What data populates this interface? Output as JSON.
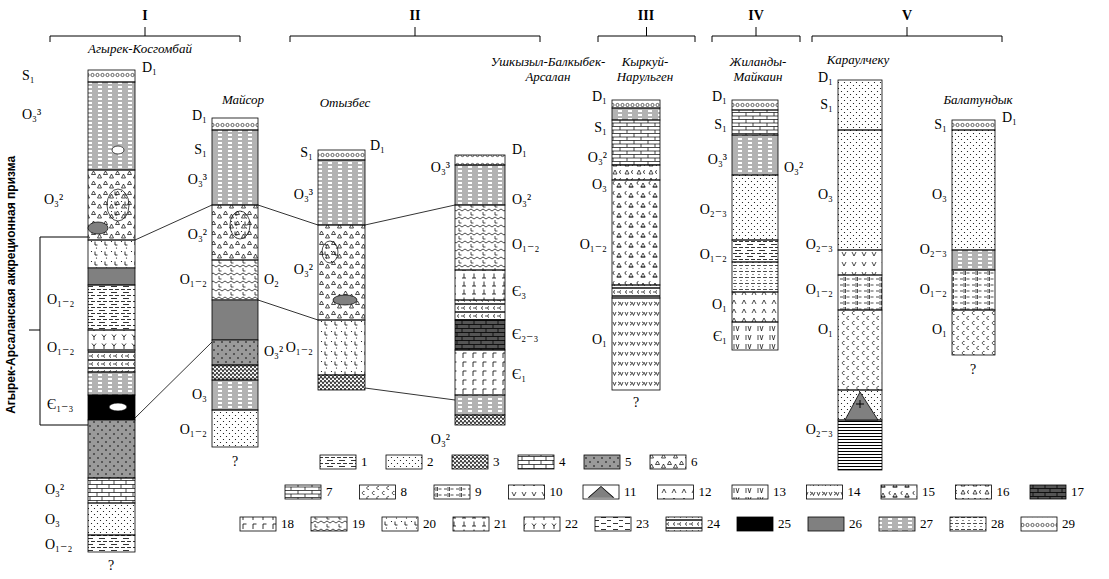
{
  "diagram": {
    "labels": [
      "I",
      "II",
      "III",
      "IV",
      "V",
      "Агырек-Косгомбай",
      "Майсор",
      "Отызбес",
      "Ушкызыл-Балкыбек-Арсалан",
      "Кыркуй-Нарульген",
      "Жиланды-Майкаин",
      "Караулчеку",
      "Балатундык",
      "Агырек-Арсаланская аккреционная призма",
      "D₁",
      "S₁",
      "O₃³",
      "O₃²",
      "O₁₋₂",
      "O₁₋₂",
      "Є₁₋₃",
      "O₃²",
      "O₃",
      "O₁₋₂",
      "?",
      "D₁",
      "S₁",
      "O₃³",
      "O₃²",
      "O₁₋₂",
      "O₂",
      "O₃²",
      "O₃",
      "O₁₋₂",
      "?",
      "D₁",
      "S₁",
      "O₃³",
      "O₃²",
      "O₁₋₂",
      "D₁",
      "O₃³",
      "O₃²",
      "O₁₋₂",
      "Є₃",
      "Є₂₋₃",
      "Є₁",
      "O₃²",
      "D₁",
      "S₁",
      "O₃²",
      "O₃",
      "O₁₋₂",
      "O₁",
      "?",
      "D₁",
      "S₁",
      "O₃³",
      "O₃²",
      "O₂₋₃",
      "O₁₋₂",
      "O₁",
      "Є₁",
      "D₁",
      "S₁",
      "O₃",
      "O₂₋₃",
      "O₁₋₂",
      "O₁",
      "O₂₋₃",
      "D₁",
      "S₁",
      "O₃",
      "O₂₋₃",
      "O₁₋₂",
      "O₁",
      "?"
    ],
    "legend": [
      {
        "text": "1"
      },
      {
        "text": "2"
      },
      {
        "text": "3"
      },
      {
        "text": "4"
      },
      {
        "text": "5"
      },
      {
        "text": "6"
      },
      {
        "text": "7"
      },
      {
        "text": "8"
      },
      {
        "text": "9"
      },
      {
        "text": "10"
      },
      {
        "text": "11"
      },
      {
        "text": "12"
      },
      {
        "text": "13"
      },
      {
        "text": "14"
      },
      {
        "text": "15"
      },
      {
        "text": "16"
      },
      {
        "text": "17"
      },
      {
        "text": "18"
      },
      {
        "text": "19"
      },
      {
        "text": "20"
      },
      {
        "text": "21"
      },
      {
        "text": "22"
      },
      {
        "text": "23"
      },
      {
        "text": "24"
      },
      {
        "text": "25"
      },
      {
        "text": "26",
        "color": "#808080"
      },
      {
        "text": "27"
      },
      {
        "text": "28"
      },
      {
        "text": "29"
      }
    ]
  }
}
